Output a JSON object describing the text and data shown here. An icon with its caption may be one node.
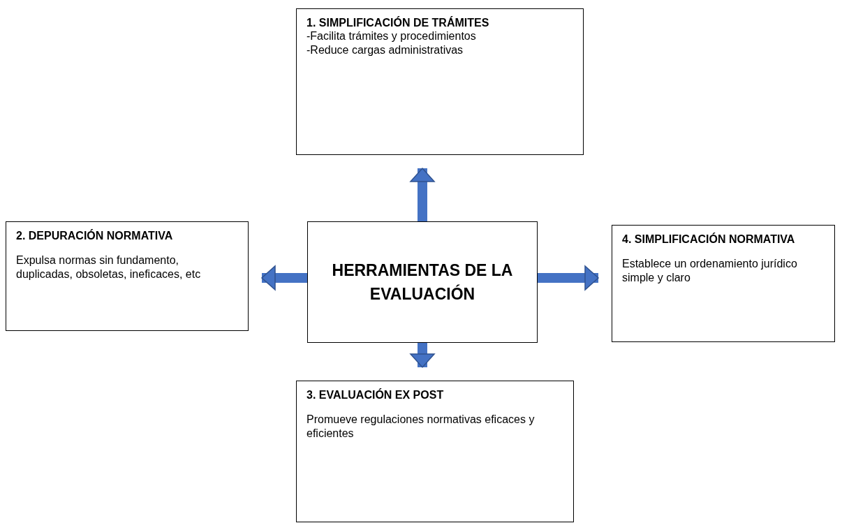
{
  "diagram": {
    "nodes": [
      {
        "text": [
          "1. SIMPLIFICACIÓN DE TRÁMITES",
          "-Facilita trámites y procedimientos",
          "-Reduce cargas administrativas"
        ]
      },
      {
        "text": [
          "2. DEPURACIÓN NORMATIVA",
          "Expulsa normas sin fundamento, duplicadas, obsoletas, ineficaces, etc"
        ]
      },
      {
        "text": [
          "HERRAMIENTAS DE LA EVALUACIÓN"
        ]
      },
      {
        "text": [
          "4. SIMPLIFICACIÓN NORMATIVA",
          "Establece un ordenamiento jurídico simple y claro"
        ]
      },
      {
        "text": [
          "3. EVALUACIÓN EX POST",
          "Promueve regulaciones normativas eficaces y eficientes"
        ]
      }
    ],
    "edges": [
      {
        "from": 2,
        "to": 0,
        "arrow": "to"
      },
      {
        "from": 2,
        "to": 1,
        "arrow": "to"
      },
      {
        "from": 2,
        "to": 3,
        "arrow": "to"
      },
      {
        "from": 2,
        "to": 4,
        "arrow": "to"
      }
    ]
  }
}
